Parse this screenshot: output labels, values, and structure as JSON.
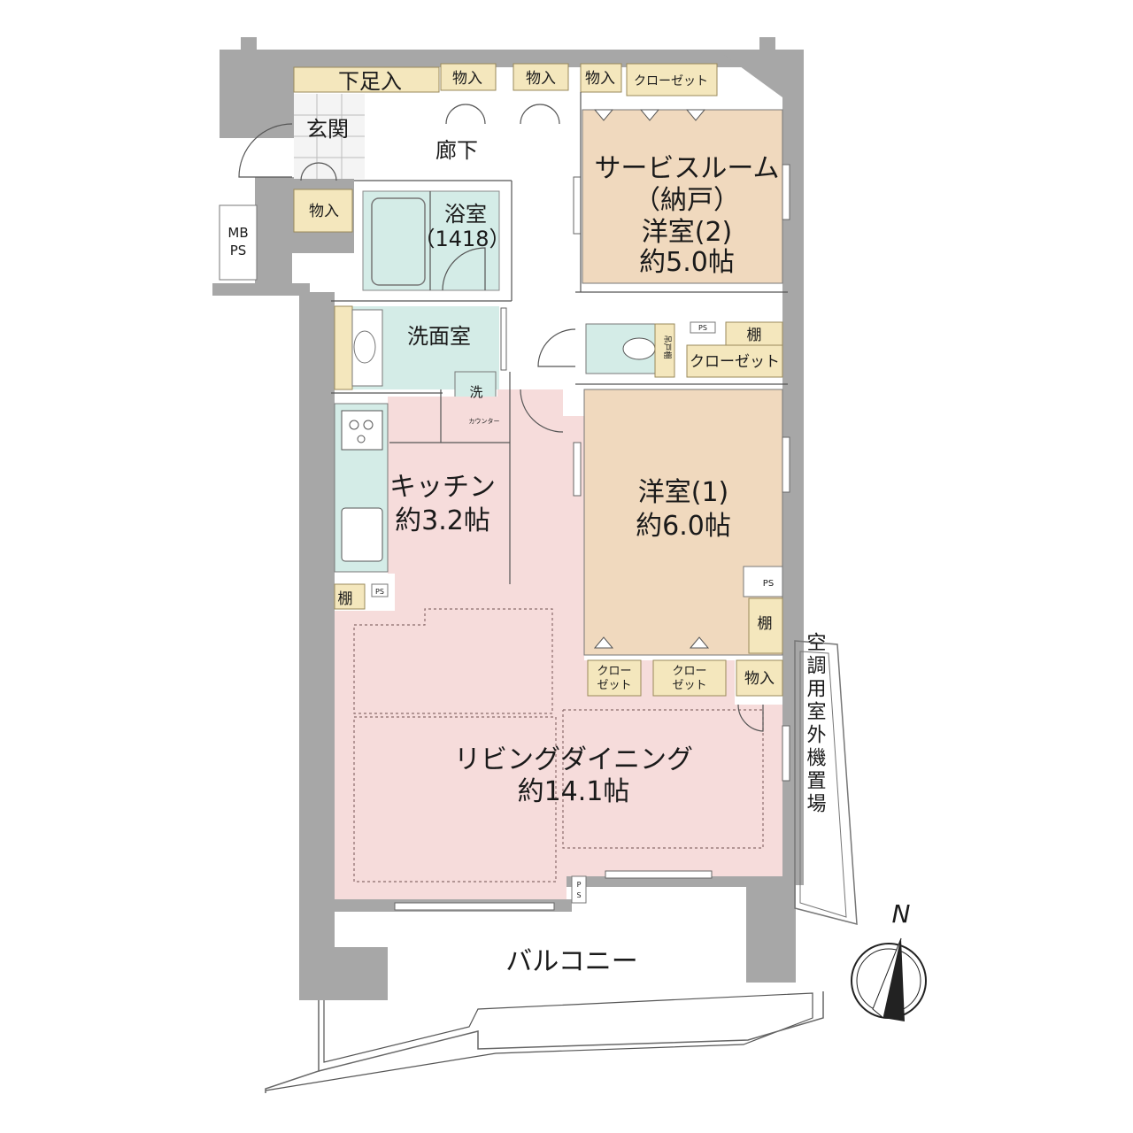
{
  "rooms": {
    "entrance": "玄関",
    "shoe_storage": "下足入",
    "hallway": "廊下",
    "bathroom": "浴室",
    "bathroom_size": "（1418）",
    "washroom": "洗面室",
    "washer": "洗",
    "counter": "カウンター",
    "kitchen": "キッチン",
    "kitchen_size": "約3.2帖",
    "living_dining": "リビングダイニング",
    "living_dining_size": "約14.1帖",
    "service_room_line1": "サービスルーム",
    "service_room_line2": "（納戸）",
    "service_room_line3": "洋室(2)",
    "service_room_size": "約5.0帖",
    "western_room1": "洋室(1)",
    "western_room1_size": "約6.0帖",
    "balcony": "バルコニー",
    "ac_outdoor": "空調用室外機置場"
  },
  "storage": {
    "monoire": "物入",
    "closet": "クローゼット",
    "closet_small_1": "クロー",
    "closet_small_2": "ゼット",
    "shelf": "棚",
    "upper_shelf": "吊戸棚",
    "mb": "MB",
    "ps": "PS"
  },
  "compass": {
    "north": "N"
  },
  "colors": {
    "wall": "#a7a7a7",
    "living": "#f6dcdb",
    "bedroom": "#f0d9be",
    "wet_area": "#d4ece7",
    "storage": "#f4e7bd"
  }
}
